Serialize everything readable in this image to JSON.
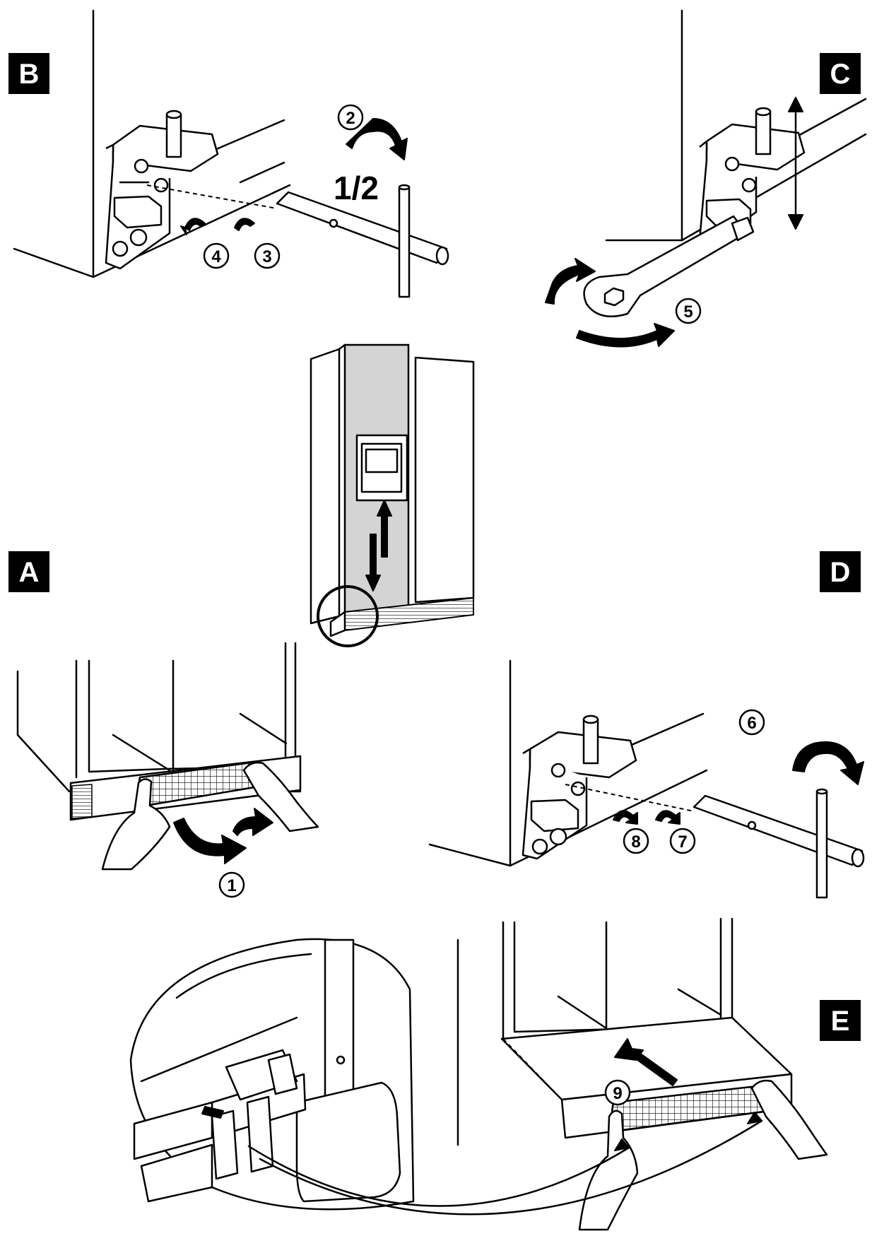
{
  "panels": {
    "a": "A",
    "b": "B",
    "c": "C",
    "d": "D",
    "e": "E"
  },
  "steps": {
    "s1": "1",
    "s2": "2",
    "s3": "3",
    "s4": "4",
    "s5": "5",
    "s6": "6",
    "s7": "7",
    "s8": "8",
    "s9": "9"
  },
  "turn_label": "1/2",
  "colors": {
    "ink": "#000000",
    "paper": "#ffffff",
    "door_highlight": "#d4d4d4"
  },
  "icons": {
    "wrench": "t-wrench-icon",
    "spanner": "spanner-icon",
    "rotate": "rotate-arrow-icon",
    "hinge": "hinge-icon",
    "grille": "vent-grille-icon"
  }
}
